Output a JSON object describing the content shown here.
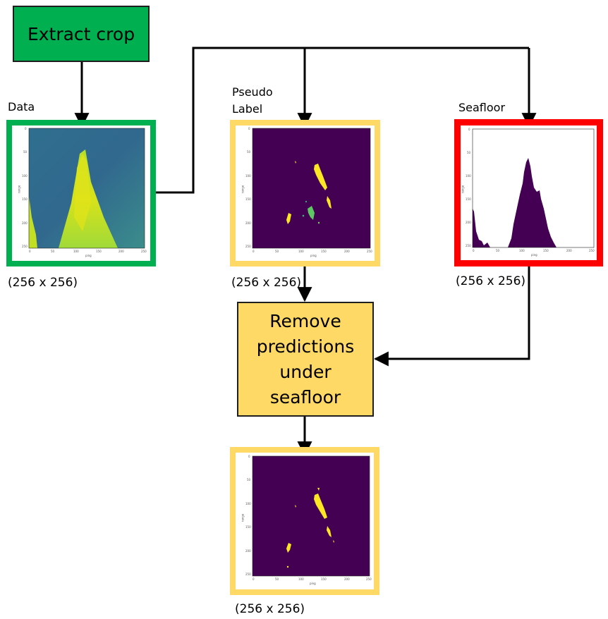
{
  "colors": {
    "green": "#00b050",
    "yellow_fill": "#ffd966",
    "red": "#ff0000",
    "viridis_dark": "#440154",
    "viridis_yellow": "#fde725",
    "viridis_teal": "#2a788e",
    "viridis_green": "#7ad151"
  },
  "extract_box": {
    "label": "Extract crop"
  },
  "remove_box": {
    "lines": [
      "Remove",
      "predictions",
      "under",
      "seafloor"
    ]
  },
  "panels": {
    "data": {
      "title": "Data",
      "size": "(256 x 256)"
    },
    "pseudo": {
      "title_line1": "Pseudo",
      "title_line2": "Label",
      "size": "(256 x 256)"
    },
    "seafloor": {
      "title": "Seafloor",
      "size": "(256 x 256)"
    },
    "output": {
      "size": "(256 x 256)"
    }
  },
  "axis_ticks": {
    "y": [
      "0",
      "50",
      "100",
      "150",
      "200",
      "250"
    ],
    "x": [
      "0",
      "50",
      "100",
      "150",
      "200",
      "250"
    ],
    "xlabel": "ping",
    "ylabel": "range"
  }
}
